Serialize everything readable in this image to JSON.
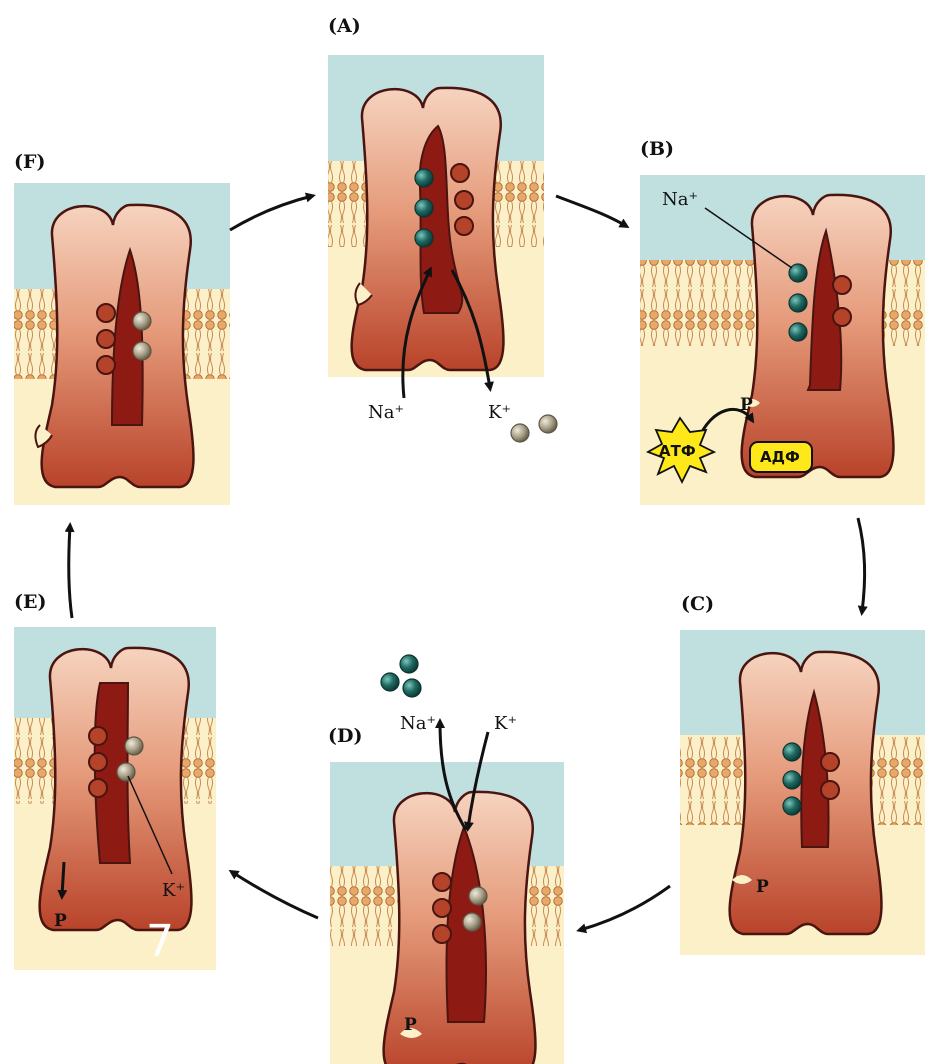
{
  "panels": [
    {
      "id": "A",
      "label": "(A)"
    },
    {
      "id": "B",
      "label": "(B)"
    },
    {
      "id": "C",
      "label": "(C)"
    },
    {
      "id": "D",
      "label": "(D)"
    },
    {
      "id": "E",
      "label": "(E)"
    },
    {
      "id": "F",
      "label": "(F)"
    }
  ],
  "ions": {
    "sodium": "Na⁺",
    "potassium": "K⁺"
  },
  "phosphate": "P",
  "atp": "АТФ",
  "adp": "АДФ",
  "page_number": "7",
  "colors": {
    "extracellular": "#bfe0de",
    "cytoplasm": "#fbf0c7",
    "lipid_head": "#e7a86a",
    "protein_light": "#f2c5ad",
    "protein_dark": "#b5432a",
    "channel": "#8e1a14",
    "sodium_ion": "#1f6b63",
    "potassium_ion": "#aaa088",
    "atp_fill": "#ffe81a"
  }
}
